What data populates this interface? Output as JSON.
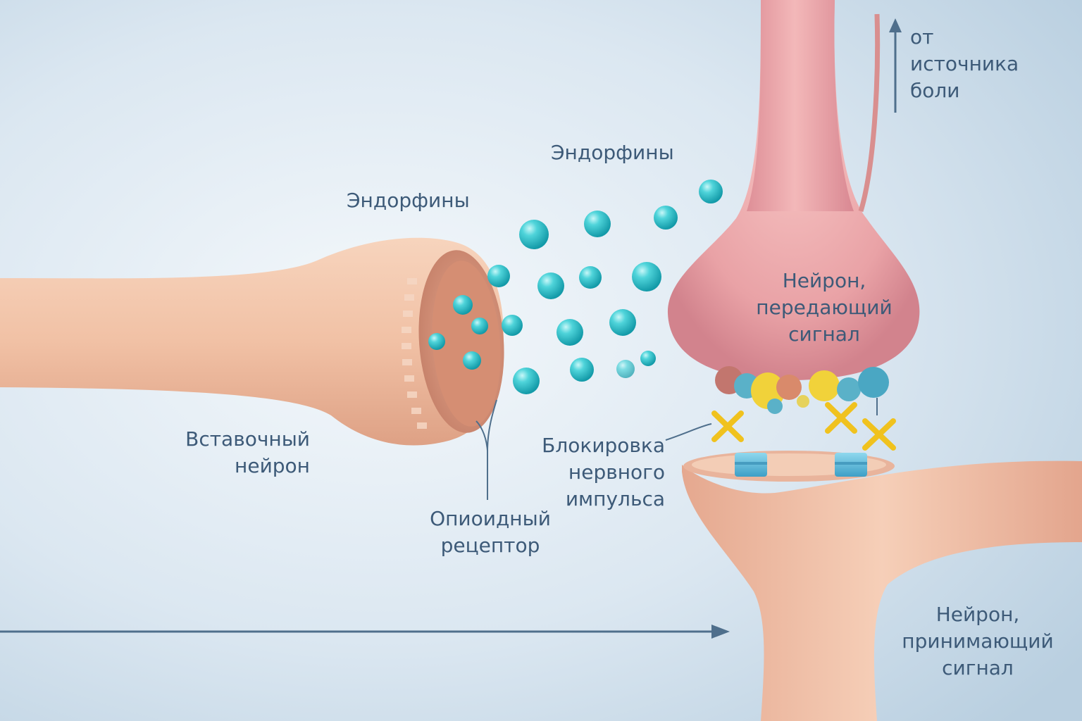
{
  "labels": {
    "endorphins_left": "Эндорфины",
    "endorphins_top": "Эндорфины",
    "source": {
      "line1": "от",
      "line2": "источника",
      "line3": "боли"
    },
    "transmitting": {
      "line1": "Нейрон,",
      "line2": "передающий",
      "line3": "сигнал"
    },
    "block": {
      "line1": "Блокировка",
      "line2": "нервного",
      "line3": "импульса"
    },
    "interneuron": {
      "line1": "Вставочный",
      "line2": "нейрон"
    },
    "opioid": {
      "line1": "Опиоидный",
      "line2": "рецептор"
    },
    "receiving": {
      "line1": "Нейрон,",
      "line2": "принимающий",
      "line3": "сигнал"
    }
  },
  "colors": {
    "background": "#dfeaf3",
    "text": "#3d5a78",
    "interneuron_skin": "#f2c3a6",
    "transmitter_skin": "#e9a3a8",
    "endorphin": "#2fc6cf",
    "block_mark": "#f0c21e",
    "receptor": "#5bbad8"
  },
  "icons": [
    "arrow-up-icon",
    "arrow-right-icon",
    "block-x-icon"
  ]
}
